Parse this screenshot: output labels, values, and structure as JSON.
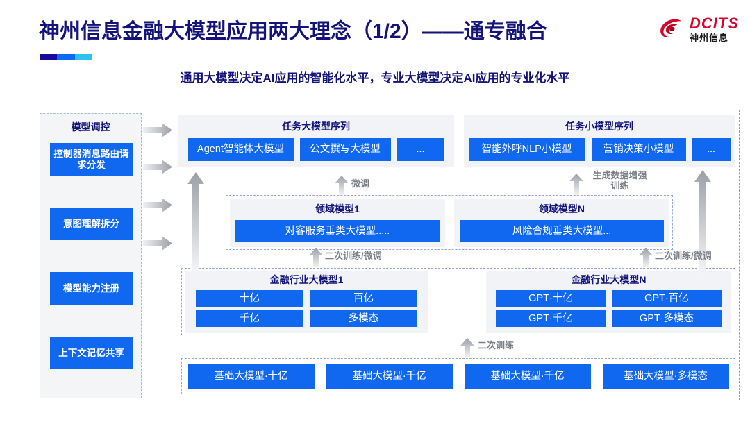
{
  "header": {
    "title": "神州信息金融大模型应用两大理念（1/2）——通专融合",
    "subtitle": "通用大模型决定AI应用的智能化水平，专业大模型决定AI应用的专业化水平",
    "logo": {
      "en": "DCITS",
      "cn": "神州信息",
      "mark": "swirl-logo-icon",
      "color": "#d5052c"
    },
    "accent_colors": [
      "#1a0a9c",
      "#0a6cf0",
      "#2bc4ef"
    ]
  },
  "sidebar": {
    "title": "模型调控",
    "items": [
      {
        "label": "控制器消息路由请求分发"
      },
      {
        "label": "意图理解拆分"
      },
      {
        "label": "模型能力注册"
      },
      {
        "label": "上下文记忆共享"
      }
    ]
  },
  "sequences": [
    {
      "title": "任务大模型序列",
      "items": [
        "Agent智能体大模型",
        "公文撰写大模型",
        "..."
      ]
    },
    {
      "title": "任务小模型序列",
      "items": [
        "智能外呼NLP小模型",
        "营销决策小模型",
        "..."
      ]
    }
  ],
  "domain_models": [
    {
      "title": "领域模型1",
      "item": "对客服务垂类大模型....."
    },
    {
      "title": "领域模型N",
      "item": "风险合规垂类大模型..."
    }
  ],
  "finance_models": [
    {
      "title": "金融行业大模型1",
      "items": [
        "十亿",
        "百亿",
        "千亿",
        "多模态"
      ]
    },
    {
      "title": "金融行业大模型N",
      "items": [
        "GPT·十亿",
        "GPT·百亿",
        "GPT·千亿",
        "GPT·多模态"
      ]
    }
  ],
  "base_models": [
    "基础大模型·十亿",
    "基础大模型·千亿",
    "基础大模型·千亿",
    "基础大模型·多模态"
  ],
  "arrow_labels": {
    "fine_tune": "微调",
    "data_augment": "生成数据增强\n训练",
    "data_augment_line1": "生成数据增强",
    "data_augment_line2": "训练",
    "retrain_finetune_left": "二次训练/微调",
    "retrain_finetune_right": "二次训练/微调",
    "retrain": "二次训练"
  },
  "colors": {
    "brand_navy": "#13137a",
    "box_blue": "#1168f0",
    "panel_grey": "#f2f3f6",
    "dash_blue": "#8fa8d8",
    "arrow_grey": "#b8bcc2"
  }
}
